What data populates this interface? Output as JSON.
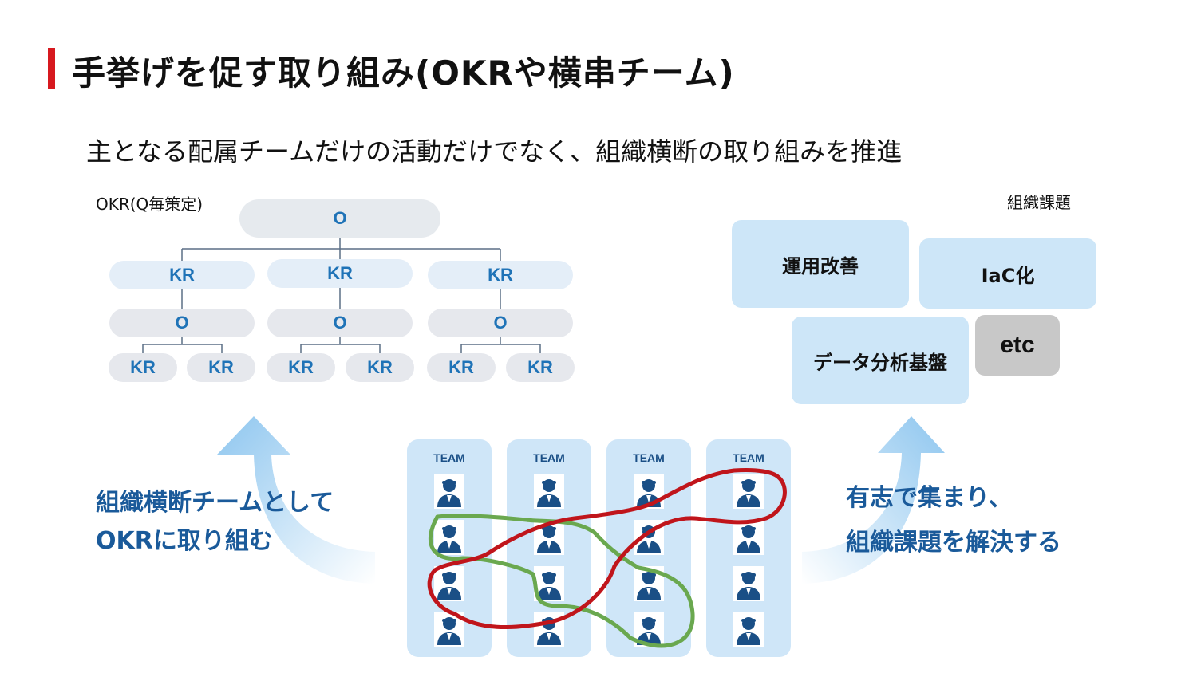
{
  "slide": {
    "title": "手挙げを促す取り組み(OKRや横串チーム)",
    "subtitle": "主となる配属チームだけの活動だけでなく、組織横断の取り組みを推進",
    "accent_color": "#d7191f"
  },
  "okr": {
    "label": "OKR(Q毎策定)",
    "top_objective": "O",
    "branches": [
      {
        "kr": "KR",
        "objective": "O",
        "leaves": [
          "KR",
          "KR"
        ]
      },
      {
        "kr": "KR",
        "objective": "O",
        "leaves": [
          "KR",
          "KR"
        ]
      },
      {
        "kr": "KR",
        "objective": "O",
        "leaves": [
          "KR",
          "KR"
        ]
      }
    ],
    "text_color": "#1f73b7"
  },
  "issues": {
    "label": "組織課題",
    "items": [
      "運用改善",
      "IaC化",
      "データ分析基盤",
      "etc"
    ]
  },
  "teams": {
    "columns": [
      "TEAM",
      "TEAM",
      "TEAM",
      "TEAM"
    ],
    "members_per_team": 4,
    "member_icon": "person-icon",
    "column_color": "#cfe6f8",
    "icon_color": "#1a4f86"
  },
  "captions": {
    "left": [
      "組織横断チームとして",
      "OKRに取り組む"
    ],
    "right": [
      "有志で集まり、",
      "組織課題を解決する"
    ],
    "color": "#1a5a9a"
  },
  "loops": {
    "green_color": "#6aa84f",
    "red_color": "#c0151b"
  }
}
